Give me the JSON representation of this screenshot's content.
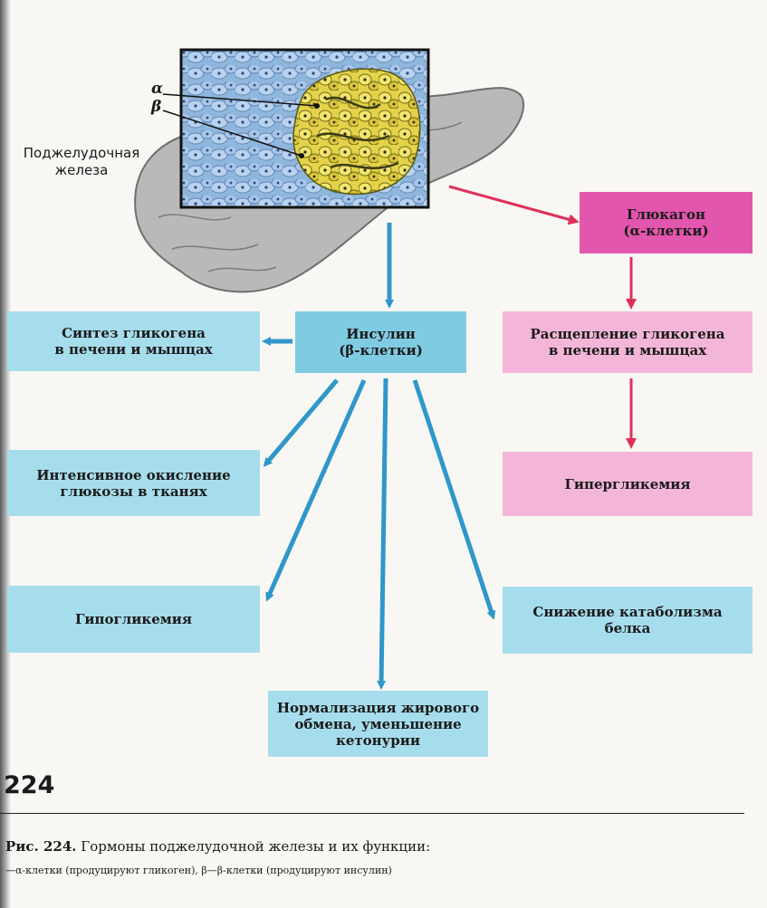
{
  "figure": {
    "pancreas_label": "Поджелудочная\nжелеза",
    "alpha_label": "α",
    "beta_label": "β"
  },
  "boxes": {
    "glucagon": "Глюкагон\n(α-клетки)",
    "insulin": "Инсулин\n(β-клетки)",
    "glycogen_synthesis": "Синтез гликогена\nв печени и мышцах",
    "glycogen_breakdown": "Расщепление гликогена\nв печени и мышцах",
    "glucose_oxidation": "Интенсивное окисление\nглюкозы в тканях",
    "hyperglycemia": "Гипергликемия",
    "hypoglycemia": "Гипогликемия",
    "protein_catabolism": "Снижение катаболизма\nбелка",
    "fat_metabolism": "Нормализация жирового\nобмена, уменьшение\nкетонурии"
  },
  "colors": {
    "insulin_arrow": "#2f97c9",
    "glucagon_arrow": "#e0305a",
    "blue_box": "#a6ddec",
    "pink_box": "#f3b6d8",
    "magenta_box": "#e256ad"
  },
  "page": {
    "number": "224",
    "caption_num": "Рис. 224.",
    "caption_text": " Гормоны поджелудочной железы и их функции:",
    "caption_sub": "—α-клетки (продуцируют гликоген), β—β-клетки (продуцируют инсулин)"
  }
}
